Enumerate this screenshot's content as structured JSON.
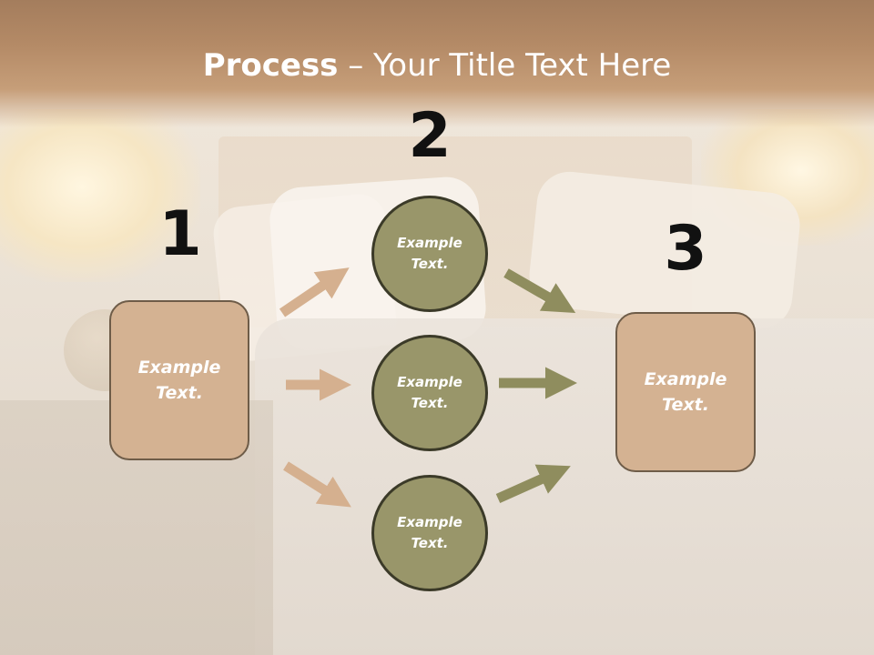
{
  "title": {
    "bold": "Process",
    "rest": " – Your Title Text Here"
  },
  "steps": {
    "one": {
      "number": "1",
      "label": "Example Text."
    },
    "two": {
      "number": "2",
      "items": [
        "Example Text.",
        "Example Text.",
        "Example Text."
      ]
    },
    "three": {
      "number": "3",
      "label": "Example Text."
    }
  },
  "colors": {
    "box_fill": "#d4b292",
    "circle_fill": "#99966a",
    "arrow_tan": "#d5b08f",
    "arrow_olive": "#8f8d5e"
  }
}
